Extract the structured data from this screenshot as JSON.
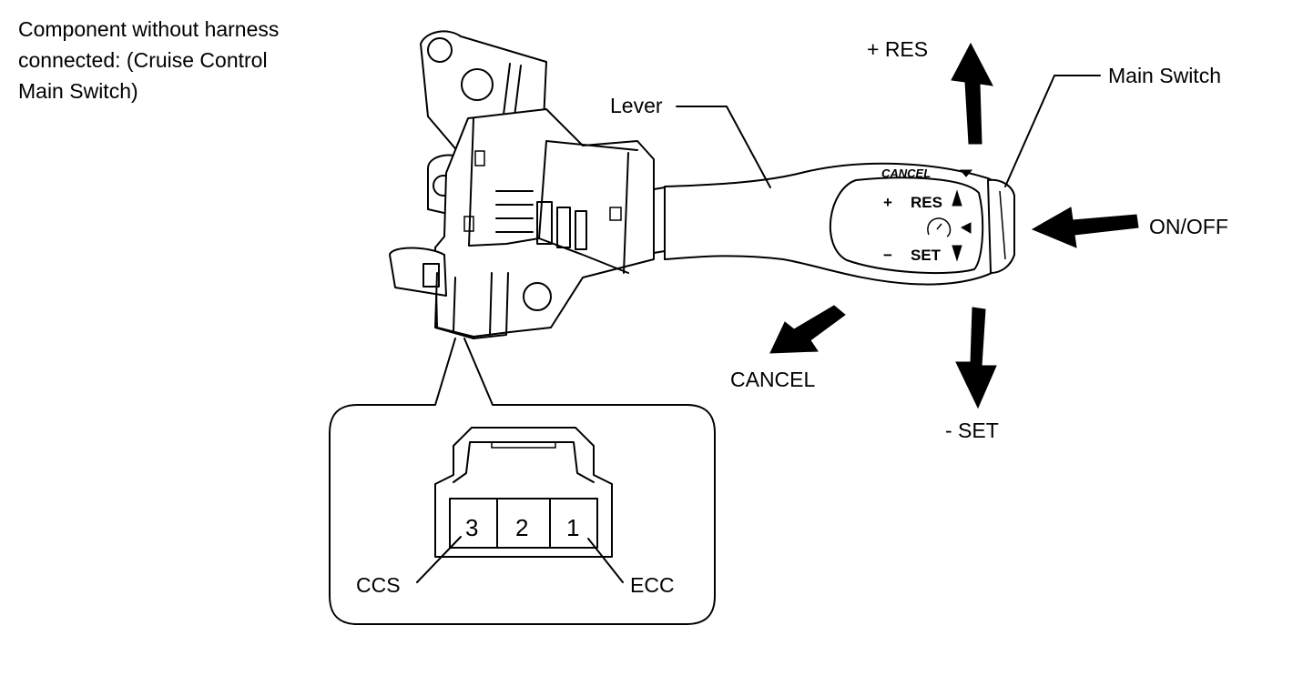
{
  "caption": {
    "line1": "Component without harness",
    "line2": "connected: (Cruise Control",
    "line3": "Main Switch)"
  },
  "labels": {
    "lever": "Lever",
    "res": "+ RES",
    "main_switch": "Main Switch",
    "on_off": "ON/OFF",
    "cancel": "CANCEL",
    "set": "- SET"
  },
  "lever_face": {
    "cancel": "CANCEL",
    "res_sign": "+",
    "res": "RES",
    "set_sign": "−",
    "set": "SET"
  },
  "connector": {
    "pins": [
      "3",
      "2",
      "1"
    ],
    "left_terminal": "CCS",
    "right_terminal": "ECC"
  }
}
